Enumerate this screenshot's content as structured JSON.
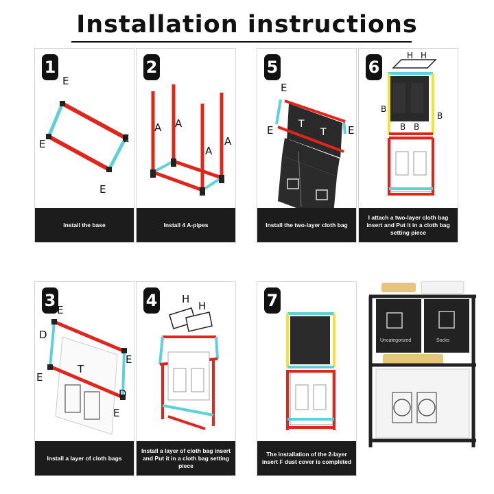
{
  "page": {
    "title": "Installation instructions"
  },
  "steps": [
    {
      "number": "1",
      "caption": "Install the base",
      "labels": [
        "E",
        "E",
        "E",
        "E"
      ]
    },
    {
      "number": "2",
      "caption": "Install 4 A-pipes",
      "labels": [
        "A",
        "A",
        "A",
        "A"
      ]
    },
    {
      "number": "5",
      "caption": "Install the two-layer cloth bag",
      "labels": [
        "E",
        "E",
        "E",
        "T",
        "T"
      ]
    },
    {
      "number": "6",
      "caption": "I attach a two-layer cloth bag insert and Put it in a cloth bag setting piece",
      "labels": [
        "H",
        "H",
        "B",
        "B",
        "B",
        "B"
      ]
    },
    {
      "number": "3",
      "caption": "Install a layer of cloth bags",
      "labels": [
        "E",
        "D",
        "E",
        "E",
        "T",
        "D",
        "E"
      ]
    },
    {
      "number": "4",
      "caption": "Install a layer of cloth bag insert and Put it in a cloth bag setting piece",
      "labels": [
        "H",
        "H"
      ]
    },
    {
      "number": "7",
      "caption": "The installation of the 2-layer insert F dust cover is completed",
      "labels": []
    }
  ],
  "product_photo": {
    "bag_labels": [
      "Uncategorized",
      "Socks"
    ]
  },
  "colors": {
    "red_pipe": "#e0261b",
    "cyan_pipe": "#5fd0d8",
    "yellow_pipe": "#f2e23a",
    "joint": "#222222",
    "caption_bg": "#1c1c1c"
  }
}
